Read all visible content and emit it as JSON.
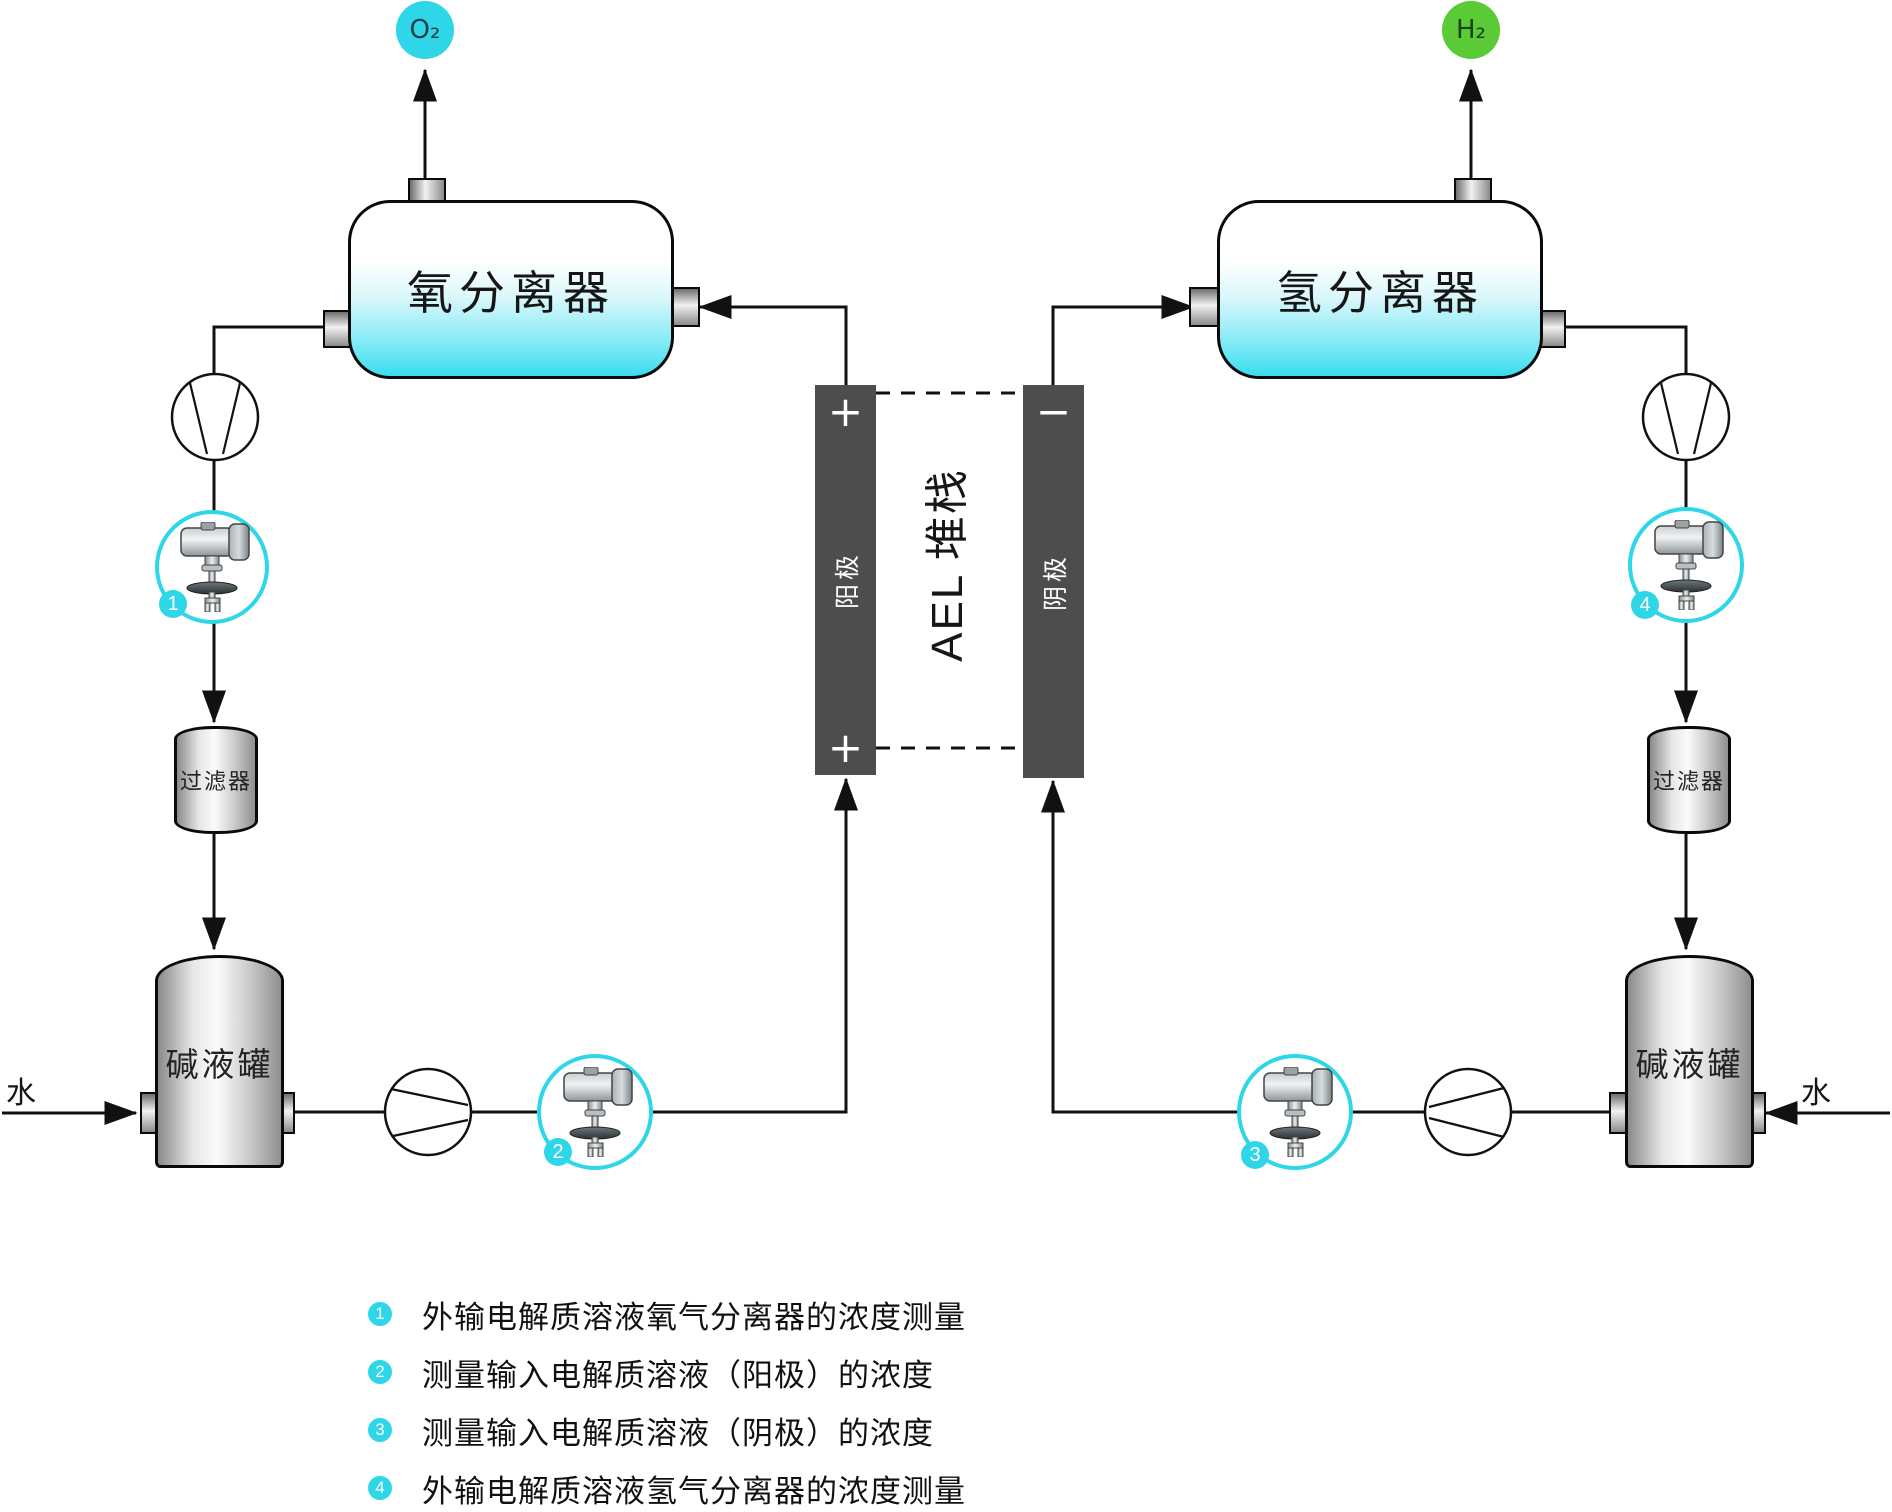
{
  "colors": {
    "cyan": "#2fd6e8",
    "green": "#5acb37",
    "bar": "#4d4d4d"
  },
  "gas": {
    "o2": "O₂",
    "h2": "H₂"
  },
  "separators": {
    "oxygen": {
      "title": "氧分离器"
    },
    "hydrogen": {
      "title": "氢分离器"
    }
  },
  "stack": {
    "label": "AEL 堆栈",
    "anode": {
      "label": "阳极",
      "top_sign": "+",
      "bottom_sign": "+"
    },
    "cathode": {
      "label": "阴极",
      "top_sign": "−"
    }
  },
  "filters": {
    "left": {
      "label": "过滤器"
    },
    "right": {
      "label": "过滤器"
    }
  },
  "tanks": {
    "left": {
      "label": "碱液罐"
    },
    "right": {
      "label": "碱液罐"
    }
  },
  "water": {
    "left": {
      "label": "水"
    },
    "right": {
      "label": "水"
    }
  },
  "sensors": {
    "s1": {
      "num": "1"
    },
    "s2": {
      "num": "2"
    },
    "s3": {
      "num": "3"
    },
    "s4": {
      "num": "4"
    }
  },
  "legend": {
    "items": [
      {
        "num": "1",
        "text": "外输电解质溶液氧气分离器的浓度测量"
      },
      {
        "num": "2",
        "text": "测量输入电解质溶液（阳极）的浓度"
      },
      {
        "num": "3",
        "text": "测量输入电解质溶液（阴极）的浓度"
      },
      {
        "num": "4",
        "text": "外输电解质溶液氢气分离器的浓度测量"
      }
    ]
  }
}
